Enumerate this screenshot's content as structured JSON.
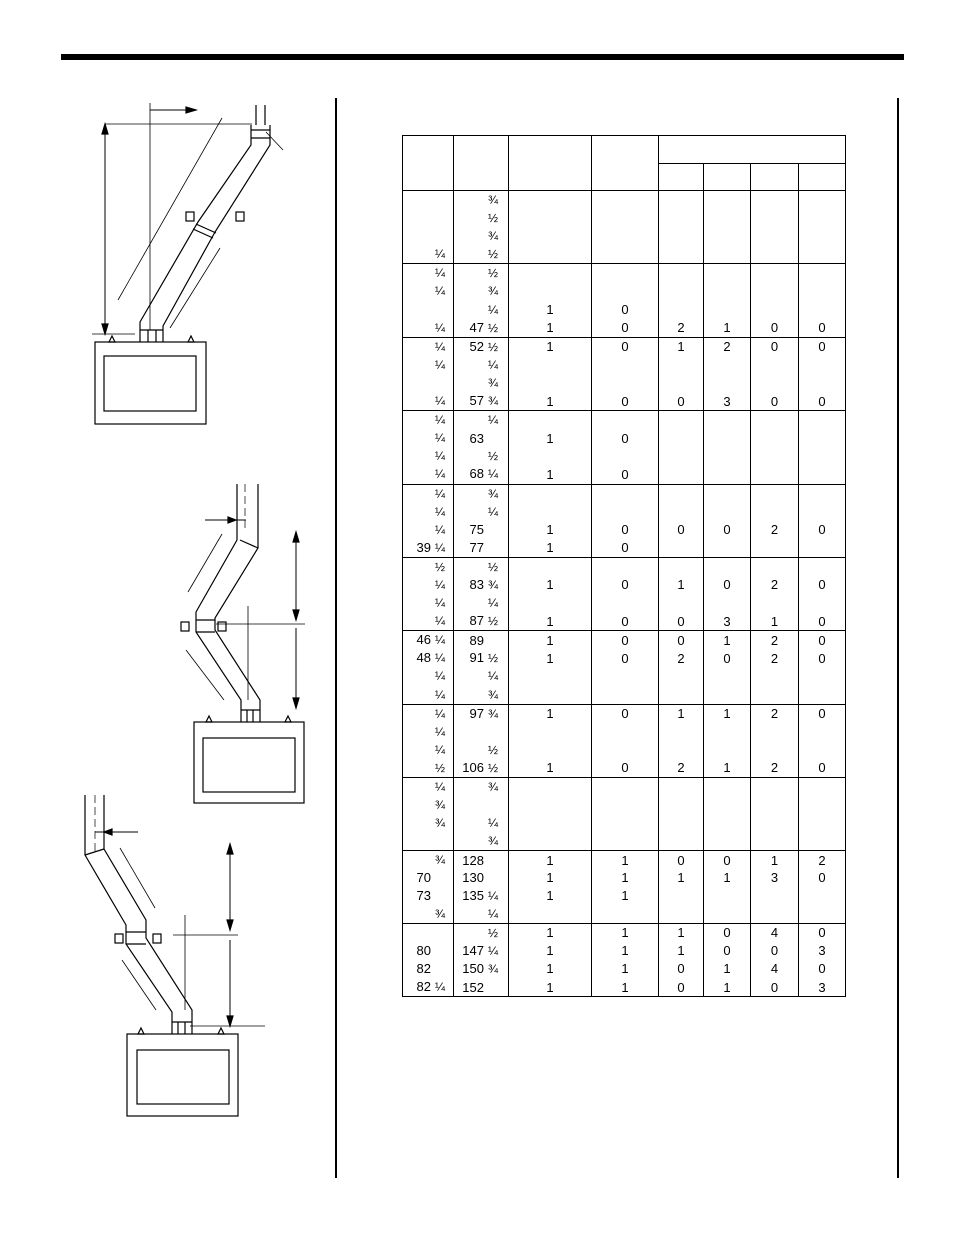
{
  "table": {
    "headers": [
      "",
      "",
      "",
      "",
      ""
    ],
    "subheaders": [
      "",
      "",
      "",
      ""
    ],
    "groups": [
      [
        [
          "",
          "",
          "",
          "¾",
          "",
          "",
          "",
          "",
          "",
          ""
        ],
        [
          "",
          "",
          "",
          "½",
          "",
          "",
          "",
          "",
          "",
          ""
        ],
        [
          "",
          "",
          "",
          "¾",
          "",
          "",
          "",
          "",
          "",
          ""
        ],
        [
          "",
          "¼",
          "",
          "½",
          "",
          "",
          "",
          "",
          "",
          ""
        ]
      ],
      [
        [
          "",
          "¼",
          "",
          "½",
          "",
          "",
          "",
          "",
          "",
          ""
        ],
        [
          "",
          "¼",
          "",
          "¾",
          "",
          "",
          "",
          "",
          "",
          ""
        ],
        [
          "",
          "",
          "",
          "¼",
          "1",
          "0",
          "",
          "",
          "",
          ""
        ],
        [
          "",
          "¼",
          "47",
          "½",
          "1",
          "0",
          "2",
          "1",
          "0",
          "0"
        ]
      ],
      [
        [
          "",
          "¼",
          "52",
          "½",
          "1",
          "0",
          "1",
          "2",
          "0",
          "0"
        ],
        [
          "",
          "¼",
          "",
          "¼",
          "",
          "",
          "",
          "",
          "",
          ""
        ],
        [
          "",
          "",
          "",
          "¾",
          "",
          "",
          "",
          "",
          "",
          ""
        ],
        [
          "",
          "¼",
          "57",
          "¾",
          "1",
          "0",
          "0",
          "3",
          "0",
          "0"
        ]
      ],
      [
        [
          "",
          "¼",
          "",
          "¼",
          "",
          "",
          "",
          "",
          "",
          ""
        ],
        [
          "",
          "¼",
          "63",
          "",
          "1",
          "0",
          "",
          "",
          "",
          ""
        ],
        [
          "",
          "¼",
          "",
          "½",
          "",
          "",
          "",
          "",
          "",
          ""
        ],
        [
          "",
          "¼",
          "68",
          "¼",
          "1",
          "0",
          "",
          "",
          "",
          ""
        ]
      ],
      [
        [
          "",
          "¼",
          "",
          "¾",
          "",
          "",
          "",
          "",
          "",
          ""
        ],
        [
          "",
          "¼",
          "",
          "¼",
          "",
          "",
          "",
          "",
          "",
          ""
        ],
        [
          "",
          "¼",
          "75",
          "",
          "1",
          "0",
          "0",
          "0",
          "2",
          "0"
        ],
        [
          "39",
          "¼",
          "77",
          "",
          "1",
          "0",
          "",
          "",
          "",
          ""
        ]
      ],
      [
        [
          "",
          "½",
          "",
          "½",
          "",
          "",
          "",
          "",
          "",
          ""
        ],
        [
          "",
          "¼",
          "83",
          "¾",
          "1",
          "0",
          "1",
          "0",
          "2",
          "0"
        ],
        [
          "",
          "¼",
          "",
          "¼",
          "",
          "",
          "",
          "",
          "",
          ""
        ],
        [
          "",
          "¼",
          "87",
          "½",
          "1",
          "0",
          "0",
          "3",
          "1",
          "0"
        ]
      ],
      [
        [
          "46",
          "¼",
          "89",
          "",
          "1",
          "0",
          "0",
          "1",
          "2",
          "0"
        ],
        [
          "48",
          "¼",
          "91",
          "½",
          "1",
          "0",
          "2",
          "0",
          "2",
          "0"
        ],
        [
          "",
          "¼",
          "",
          "¼",
          "",
          "",
          "",
          "",
          "",
          ""
        ],
        [
          "",
          "¼",
          "",
          "¾",
          "",
          "",
          "",
          "",
          "",
          ""
        ]
      ],
      [
        [
          "",
          "¼",
          "97",
          "¾",
          "1",
          "0",
          "1",
          "1",
          "2",
          "0"
        ],
        [
          "",
          "¼",
          "",
          "",
          "",
          "",
          "",
          "",
          "",
          ""
        ],
        [
          "",
          "¼",
          "",
          "½",
          "",
          "",
          "",
          "",
          "",
          ""
        ],
        [
          "",
          "½",
          "106",
          "½",
          "1",
          "0",
          "2",
          "1",
          "2",
          "0"
        ]
      ],
      [
        [
          "",
          "¼",
          "",
          "¾",
          "",
          "",
          "",
          "",
          "",
          ""
        ],
        [
          "",
          "¾",
          "",
          "",
          "",
          "",
          "",
          "",
          "",
          ""
        ],
        [
          "",
          "¾",
          "",
          "¼",
          "",
          "",
          "",
          "",
          "",
          ""
        ],
        [
          "",
          "",
          "",
          "¾",
          "",
          "",
          "",
          "",
          "",
          ""
        ]
      ],
      [
        [
          "",
          "¾",
          "128",
          "",
          "1",
          "1",
          "0",
          "0",
          "1",
          "2"
        ],
        [
          "70",
          "",
          "130",
          "",
          "1",
          "1",
          "1",
          "1",
          "3",
          "0"
        ],
        [
          "73",
          "",
          "135",
          "¼",
          "1",
          "1",
          "",
          "",
          "",
          ""
        ],
        [
          "",
          "¾",
          "",
          "¼",
          "",
          "",
          "",
          "",
          "",
          ""
        ]
      ],
      [
        [
          "",
          "",
          "",
          "½",
          "1",
          "1",
          "1",
          "0",
          "4",
          "0"
        ],
        [
          "80",
          "",
          "147",
          "¼",
          "1",
          "1",
          "1",
          "0",
          "0",
          "3"
        ],
        [
          "82",
          "",
          "150",
          "¾",
          "1",
          "1",
          "0",
          "1",
          "4",
          "0"
        ],
        [
          "82",
          "¼",
          "152",
          "",
          "1",
          "1",
          "0",
          "1",
          "0",
          "3"
        ]
      ]
    ]
  }
}
